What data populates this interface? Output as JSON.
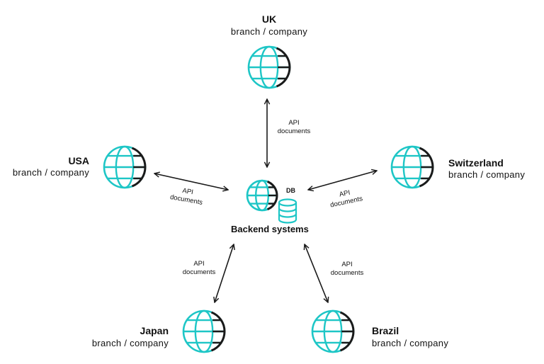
{
  "colors": {
    "accent": "#1ec6c6",
    "ink": "#1a1a1a"
  },
  "hub": {
    "title": "Backend systems",
    "db_label": "DB",
    "icons": [
      "globe-icon",
      "database-icon"
    ]
  },
  "nodes": {
    "uk": {
      "name": "UK",
      "subtitle": "branch / company",
      "icon": "globe-icon"
    },
    "usa": {
      "name": "USA",
      "subtitle": "branch / company",
      "icon": "globe-icon"
    },
    "switzerland": {
      "name": "Switzerland",
      "subtitle": "branch / company",
      "icon": "globe-icon"
    },
    "japan": {
      "name": "Japan",
      "subtitle": "branch / company",
      "icon": "globe-icon"
    },
    "brazil": {
      "name": "Brazil",
      "subtitle": "branch / company",
      "icon": "globe-icon"
    }
  },
  "edges": {
    "uk": {
      "line1": "API",
      "line2": "documents"
    },
    "usa": {
      "line1": "API",
      "line2": "documents"
    },
    "switzerland": {
      "line1": "API",
      "line2": "documents"
    },
    "japan": {
      "line1": "API",
      "line2": "documents"
    },
    "brazil": {
      "line1": "API",
      "line2": "documents"
    }
  }
}
